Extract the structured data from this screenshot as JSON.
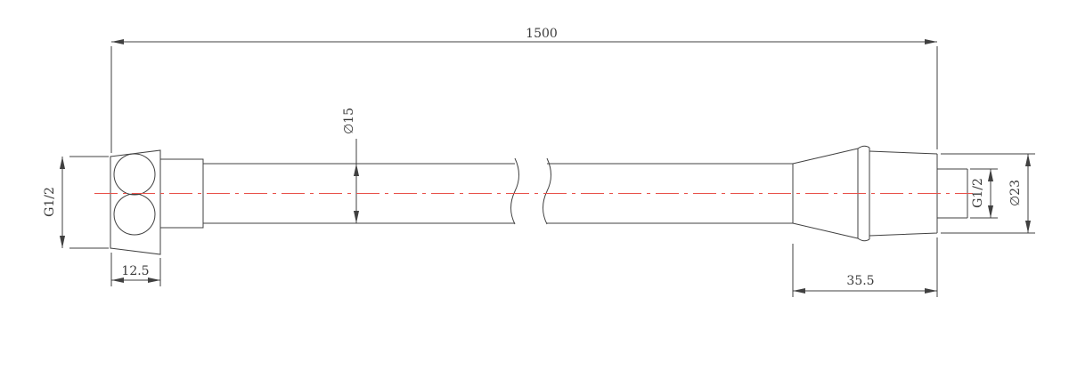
{
  "drawing": {
    "background": "#ffffff",
    "line_color": "#404040",
    "centerline_color": "#e8514a",
    "labels": {
      "overall_length": "1500",
      "left_thread": "G1/2",
      "hose_diameter": "∅15",
      "right_thread": "G1/2",
      "outer_diameter": "∅23",
      "left_fitting_length": "12.5",
      "right_fitting_length": "35.5"
    }
  }
}
